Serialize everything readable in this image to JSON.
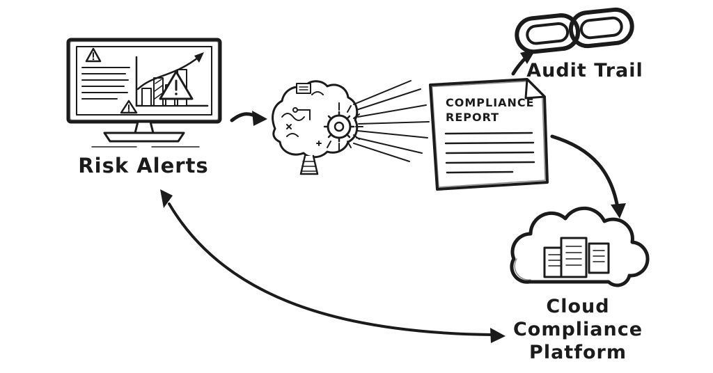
{
  "diagram": {
    "nodes": {
      "risk_alerts": {
        "label": "Risk Alerts",
        "icon": "monitor-alert-chart-icon"
      },
      "ai_engine": {
        "icon": "brain-gear-icon"
      },
      "compliance_report": {
        "title_line1": "COMPLIANCE",
        "title_line2": "REPORT",
        "icon": "document-icon"
      },
      "audit_trail": {
        "label": "Audit Trail",
        "icon": "chain-link-icon"
      },
      "cloud_platform": {
        "label_line1": "Cloud",
        "label_line2": "Compliance",
        "label_line3": "Platform",
        "icon": "cloud-documents-icon"
      }
    },
    "edges": [
      {
        "from": "risk-alerts",
        "to": "ai-engine",
        "style": "arrow"
      },
      {
        "from": "ai-engine",
        "to": "compliance-report",
        "style": "radiating-lines"
      },
      {
        "from": "compliance-report",
        "to": "audit-trail",
        "style": "arrow"
      },
      {
        "from": "compliance-report",
        "to": "cloud-platform",
        "style": "curved-arrow"
      },
      {
        "from": "cloud-platform",
        "to": "risk-alerts",
        "style": "curved-double-headed-arrow"
      }
    ]
  },
  "colors": {
    "ink": "#1b1b1b",
    "background": "#ffffff"
  }
}
